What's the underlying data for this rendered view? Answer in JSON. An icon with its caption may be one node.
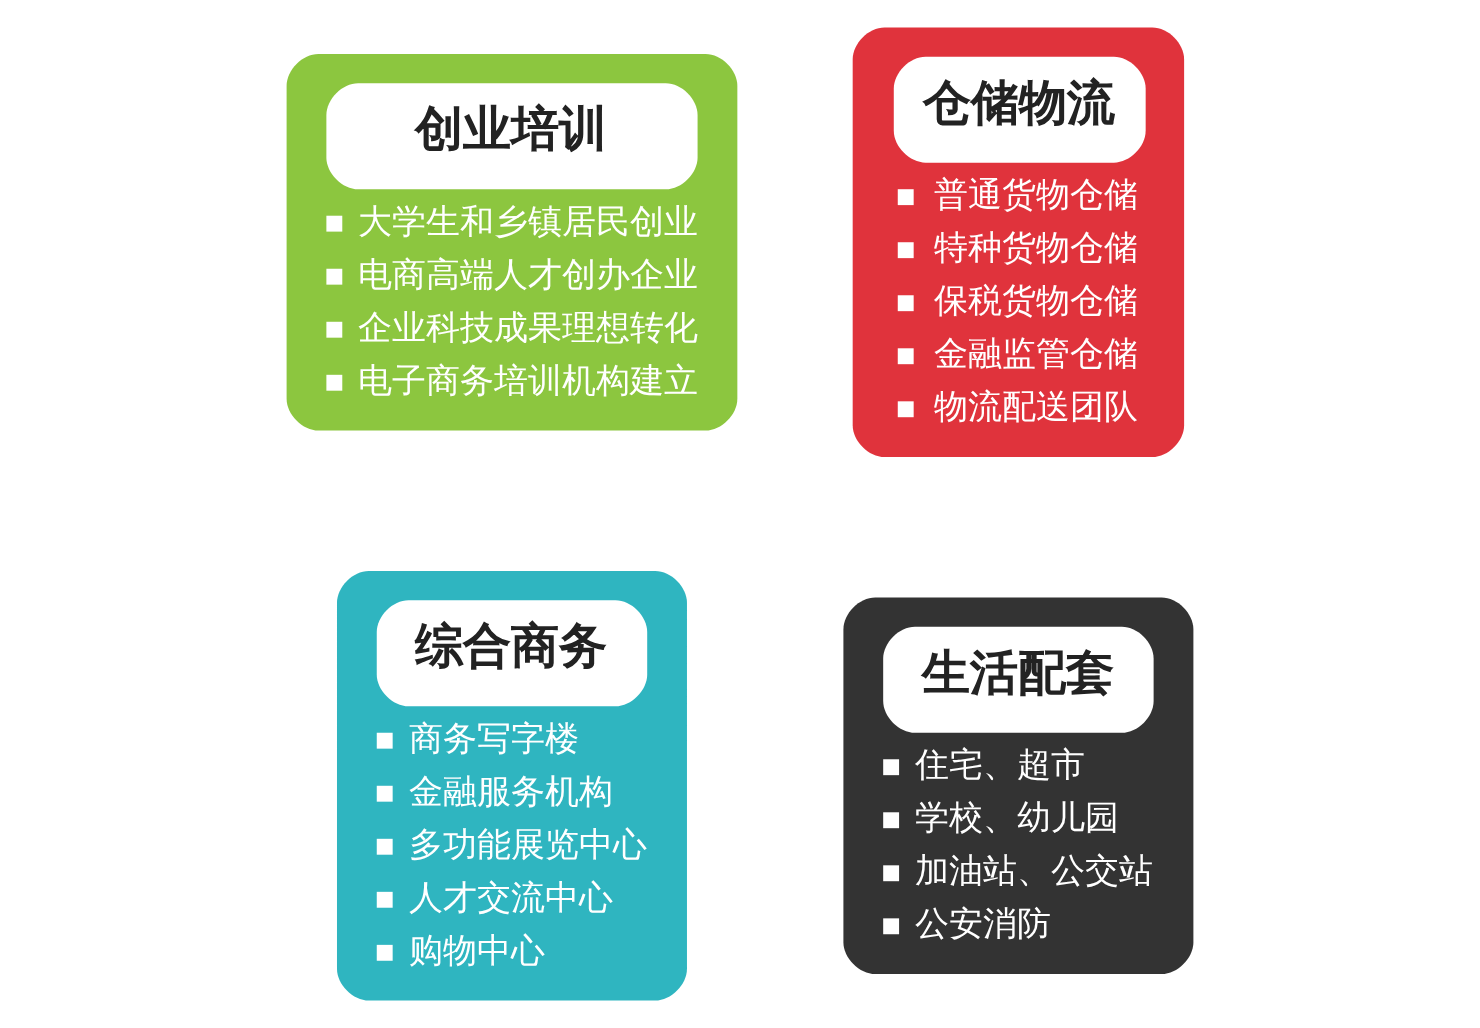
{
  "diagram": {
    "nodes": [
      {
        "text": [
          "创业培训",
          "大学生和乡镇居民创业",
          "电商高端人才创办企业",
          "企业科技成果理想转化",
          "电子商务培训机构建立"
        ]
      },
      {
        "text": [
          "仓储物流",
          "普通货物仓储",
          "特种货物仓储",
          "保税货物仓储",
          "金融监管仓储",
          "物流配送团队"
        ]
      },
      {
        "text": [
          "综合商务",
          "商务写字楼",
          "金融服务机构",
          "多功能展览中心",
          "人才交流中心",
          "购物中心"
        ]
      },
      {
        "text": [
          "生活配套",
          "住宅、超市",
          "学校、幼儿园",
          "加油站、公交站",
          "公安消防"
        ]
      }
    ],
    "edges": []
  }
}
